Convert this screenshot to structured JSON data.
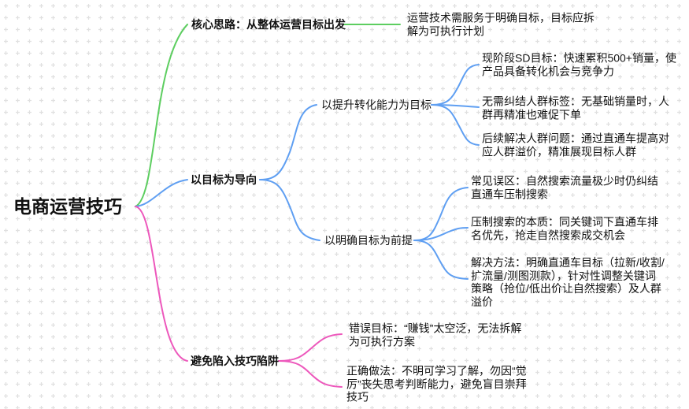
{
  "title": "电商运营技巧思维导图",
  "colors": {
    "green": "#5dce60",
    "blue": "#5f9ff2",
    "pink": "#ed58bc",
    "grid": "#e0e0e0",
    "text": "#111111"
  },
  "nodes": {
    "root": {
      "label": "电商运营技巧"
    },
    "core": {
      "label": "核心思路：从整体运营目标出发"
    },
    "core_leaf": {
      "label": "运营技术需服务于明确目标，目标应拆\n解为可执行计划"
    },
    "goal": {
      "label": "以目标为导向"
    },
    "conversion": {
      "label": "以提升转化能力为目标"
    },
    "conv_leaf1": {
      "label": "现阶段SD目标：快速累积500+销量，使\n产品具备转化机会与竞争力"
    },
    "conv_leaf2": {
      "label": "无需纠结人群标签：无基础销量时，人\n群再精准也难促下单"
    },
    "conv_leaf3": {
      "label": "后续解决人群问题：通过直通车提高对\n应人群溢价，精准展现目标人群"
    },
    "clear_goal": {
      "label": "以明确目标为前提"
    },
    "clear_leaf1": {
      "label": "常见误区：自然搜索流量极少时仍纠结\n直通车压制搜索"
    },
    "clear_leaf2": {
      "label": "压制搜索的本质：同关键词下直通车排\n名优先，抢走自然搜索成交机会"
    },
    "clear_leaf3": {
      "label": "解决方法：明确直通车目标（拉新/收割/\n扩流量/测图测款），针对性调整关键词\n策略（抢位/低出价让自然搜索）及人群\n溢价"
    },
    "trap": {
      "label": "避免陷入技巧陷阱"
    },
    "trap_leaf1": {
      "label": "错误目标：“赚钱”太空泛，无法拆解\n为可执行方案"
    },
    "trap_leaf2": {
      "label": "正确做法：不明可学习了解，勿因“觉\n厉”丧失思考判断能力，避免盲目崇拜\n技巧"
    }
  }
}
